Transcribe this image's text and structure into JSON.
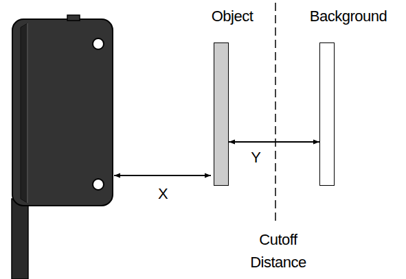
{
  "diagram": {
    "nodes": [
      {
        "text": [
          "Object"
        ]
      },
      {
        "text": [
          "Background"
        ]
      }
    ],
    "edges": [
      {
        "from": 0,
        "to": 1,
        "label": "Y",
        "arrow": "both"
      }
    ],
    "labels": [
      "X",
      "Cutoff Distance"
    ]
  }
}
